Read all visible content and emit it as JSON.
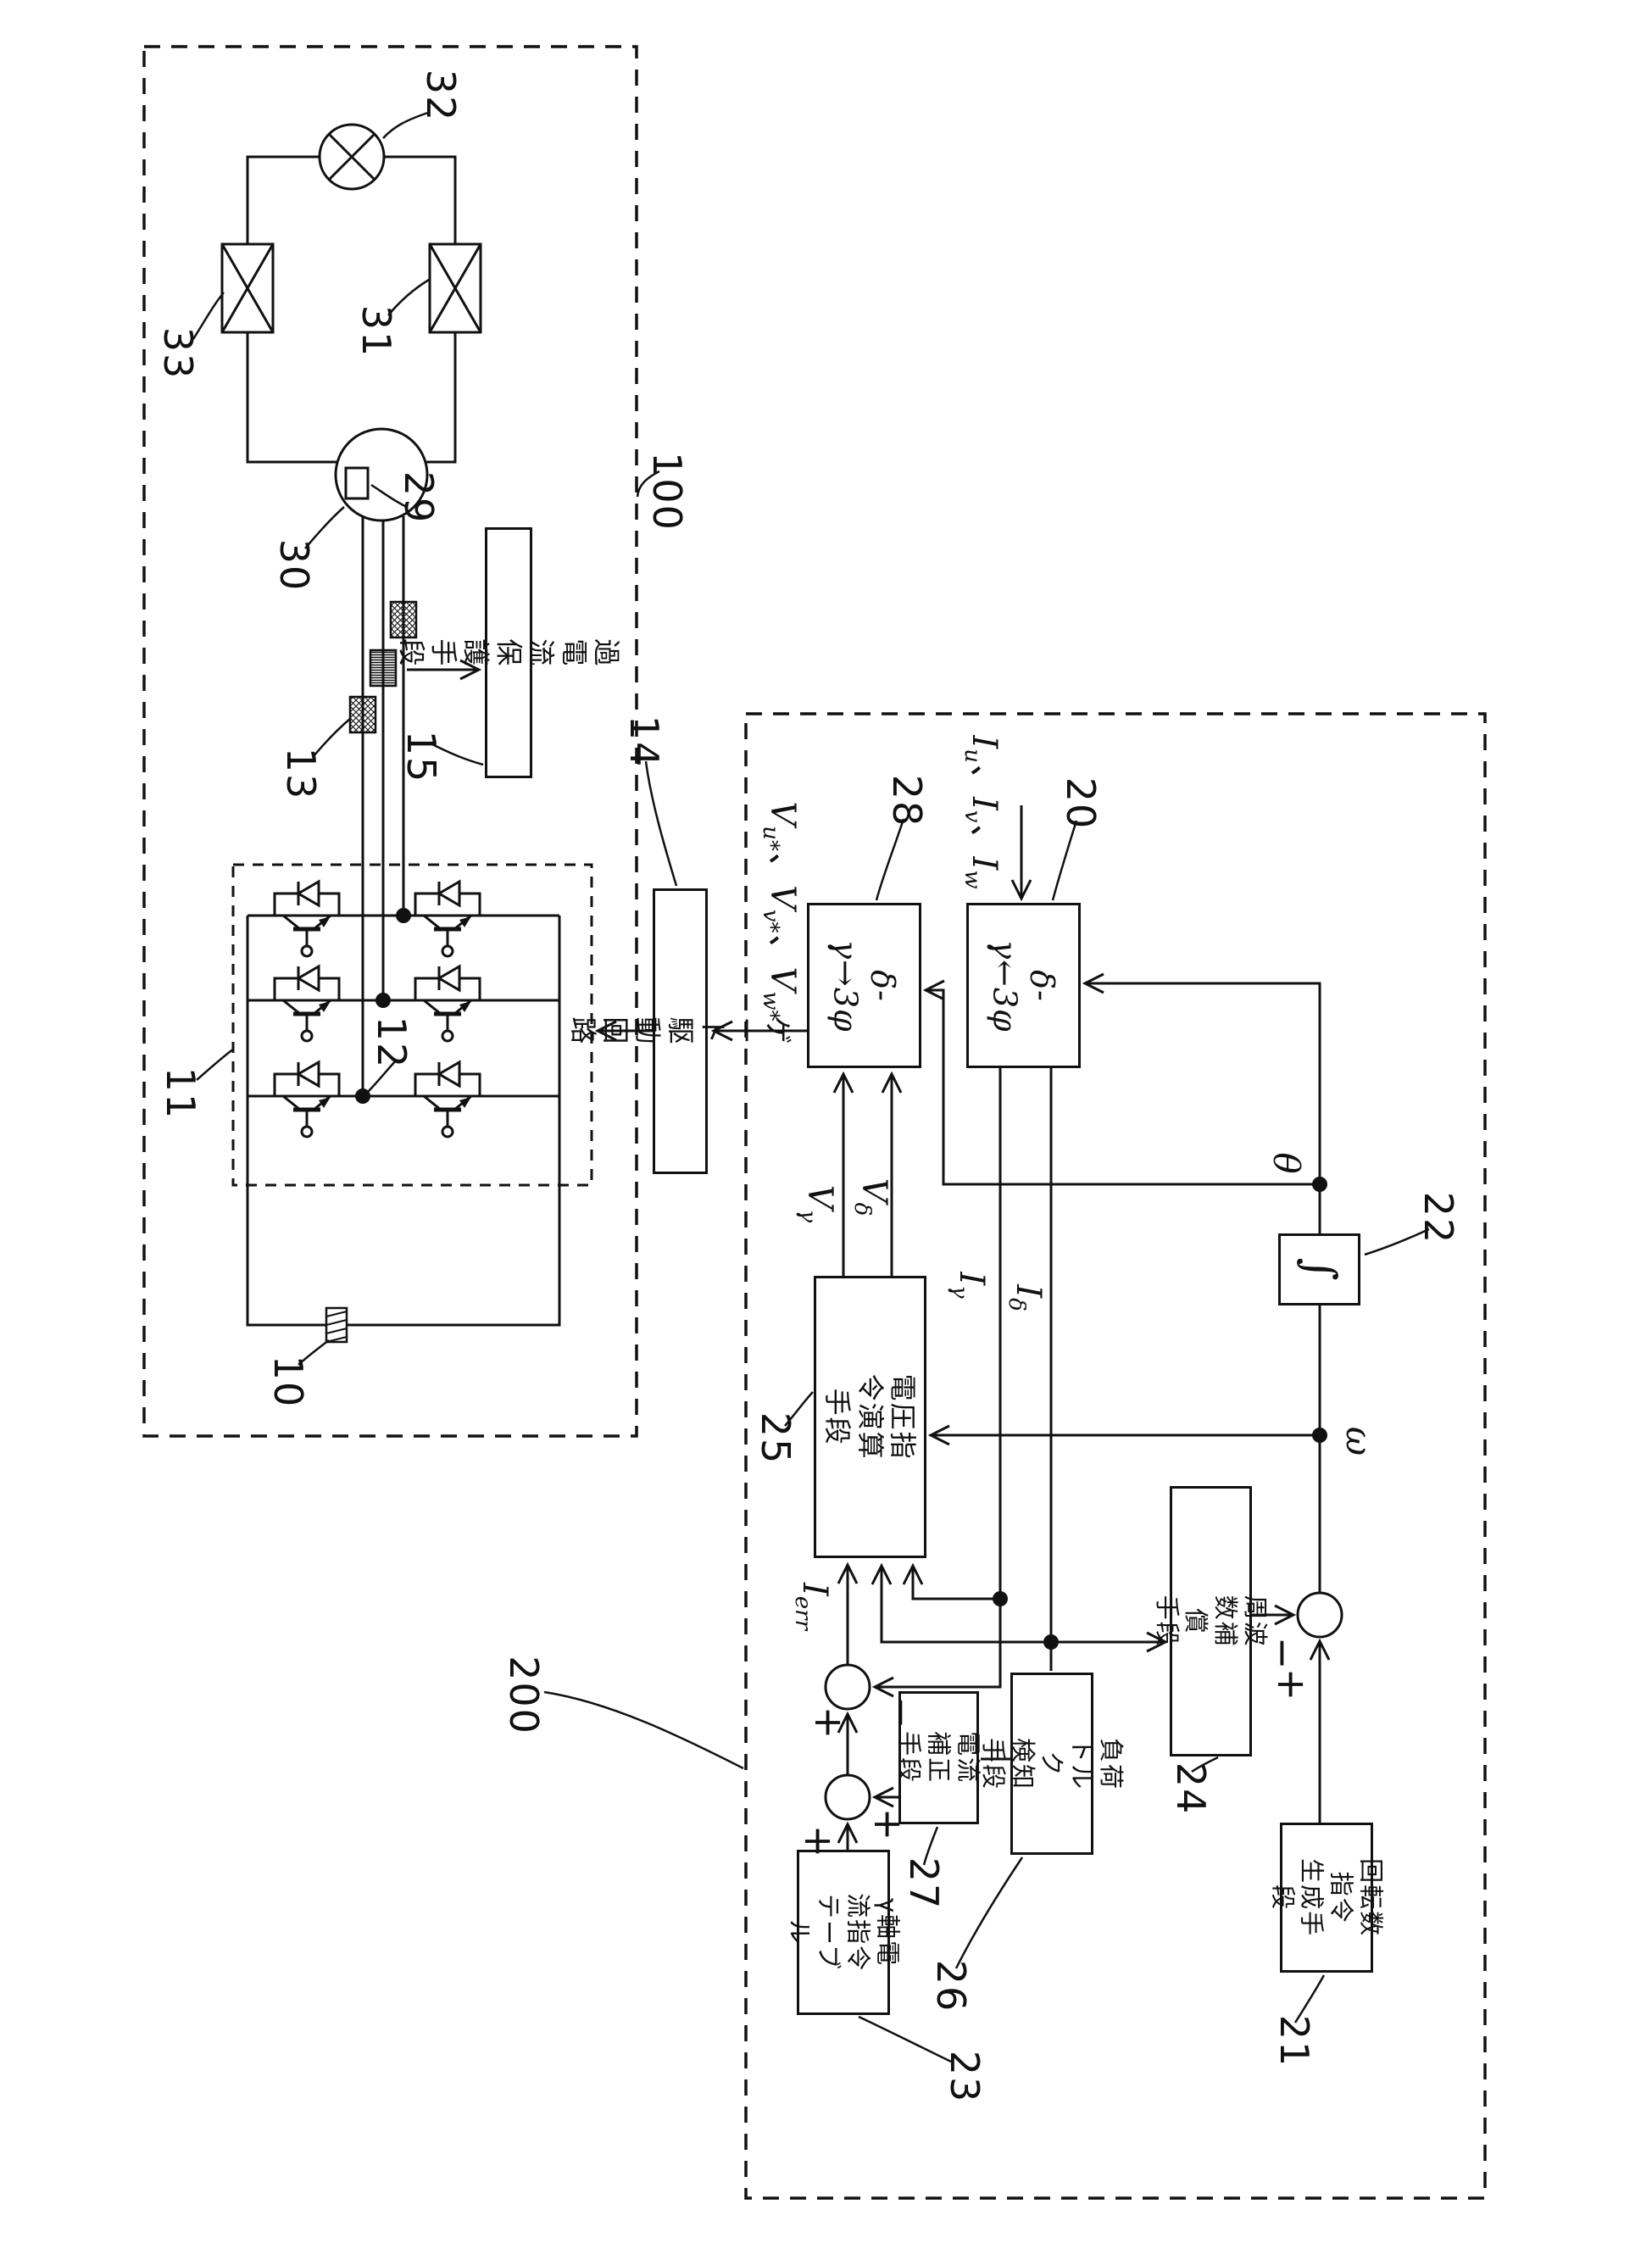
{
  "boxes": {
    "overcurrent_protection": "過電流保護手段",
    "gate_drive": "ゲート駆動回路",
    "dq_to_3ph": "δ-γ→3φ",
    "ph3_to_dq": "δ-γ←3φ",
    "voltage_command": "電圧指令演算\n手段",
    "integrator": "∫",
    "freq_compensation": "周波数補償\n手段",
    "current_correction": "電流補正\n手段",
    "load_torque_detection": "負荷トルク\n検知手段",
    "gamma_current_table": "γ軸電流指令\nテーブル",
    "speed_command_generation": "回転数指令\n生成手段"
  },
  "refs": {
    "r10": "10",
    "r11": "11",
    "r12": "12",
    "r13": "13",
    "r14": "14",
    "r15": "15",
    "r20": "20",
    "r21": "21",
    "r22": "22",
    "r23": "23",
    "r24": "24",
    "r25": "25",
    "r26": "26",
    "r27": "27",
    "r28": "28",
    "r29": "29",
    "r30": "30",
    "r31": "31",
    "r32": "32",
    "r33": "33",
    "r100": "100",
    "r200": "200"
  },
  "signals": {
    "v_cmd": [
      "V",
      "u*",
      "、V",
      "v*",
      "、V",
      "w*"
    ],
    "i_phase": [
      "I",
      "u",
      "、I",
      "v",
      "、I",
      "w"
    ],
    "v_gamma": [
      "V",
      "γ"
    ],
    "v_delta": [
      "V",
      "δ"
    ],
    "i_gamma": [
      "I",
      "γ"
    ],
    "i_delta": [
      "I",
      "δ"
    ],
    "i_err": [
      "I",
      "err"
    ],
    "theta": "θ",
    "omega": "ω",
    "plus": "+",
    "minus": "−"
  }
}
